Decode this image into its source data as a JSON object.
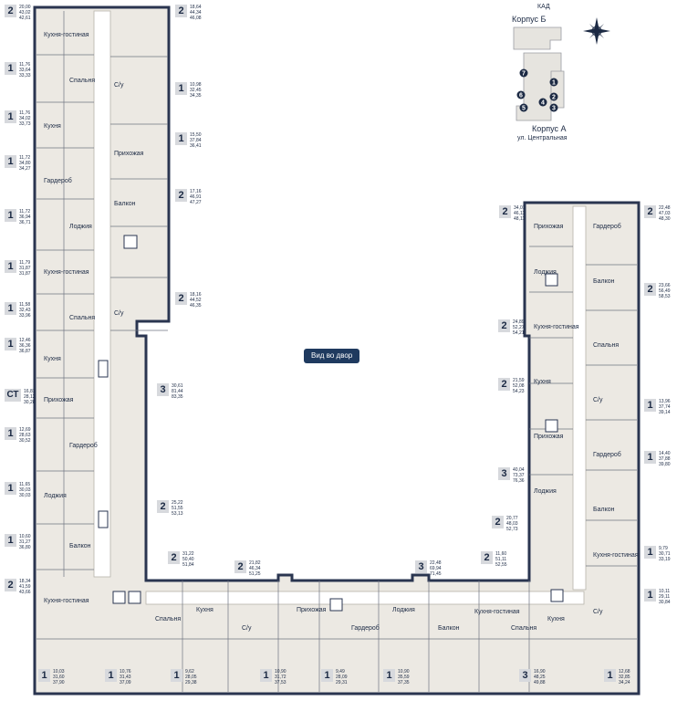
{
  "colors": {
    "ink": "#1c2a44",
    "wall": "#2a3550",
    "apartment": "#ece9e3",
    "apartment_alt": "#dcd8d0",
    "badge": "#d7d9dd",
    "courtyard_label": "#1f3a5f"
  },
  "courtyard_label": "Вид во двор",
  "keymap": {
    "kad": "КАД",
    "korpus_b": "Корпус Б",
    "korpus_a": "Корпус А",
    "street": "ул. Центральная",
    "compass_icon": "compass-rose-icon",
    "sections": [
      "1",
      "2",
      "3",
      "4",
      "5",
      "6",
      "7"
    ]
  },
  "room_labels": [
    "Кухня-гостиная",
    "Спальня",
    "Кухня",
    "С/у",
    "Прихожая",
    "Гардероб",
    "Лоджия",
    "Балкон"
  ],
  "apartments_left": [
    {
      "rooms": "2",
      "areas": [
        "20,00",
        "43,02",
        "42,61"
      ]
    },
    {
      "rooms": "1",
      "areas": [
        "11,76",
        "33,64",
        "33,33"
      ]
    },
    {
      "rooms": "1",
      "areas": [
        "11,76",
        "34,02",
        "33,73"
      ]
    },
    {
      "rooms": "1",
      "areas": [
        "11,72",
        "34,80",
        "34,27"
      ]
    },
    {
      "rooms": "1",
      "areas": [
        "11,72",
        "36,94",
        "36,71"
      ]
    },
    {
      "rooms": "1",
      "areas": [
        "11,79",
        "31,87",
        "31,87"
      ]
    },
    {
      "rooms": "1",
      "areas": [
        "11,58",
        "32,43",
        "33,96"
      ]
    },
    {
      "rooms": "1",
      "areas": [
        "12,46",
        "36,36",
        "36,87"
      ]
    },
    {
      "rooms": "СТ",
      "areas": [
        "16,81",
        "28,12",
        "30,28"
      ]
    },
    {
      "rooms": "1",
      "areas": [
        "12,69",
        "28,63",
        "30,52"
      ]
    },
    {
      "rooms": "1",
      "areas": [
        "11,65",
        "30,03",
        "30,03"
      ]
    },
    {
      "rooms": "1",
      "areas": [
        "10,60",
        "31,27",
        "36,80"
      ]
    },
    {
      "rooms": "2",
      "areas": [
        "18,34",
        "41,59",
        "43,66"
      ]
    }
  ],
  "apartments_inner_left": [
    {
      "rooms": "2",
      "areas": [
        "18,64",
        "44,34",
        "46,08"
      ]
    },
    {
      "rooms": "1",
      "areas": [
        "10,98",
        "32,45",
        "34,35"
      ]
    },
    {
      "rooms": "1",
      "areas": [
        "15,50",
        "37,84",
        "36,41"
      ]
    },
    {
      "rooms": "2",
      "areas": [
        "17,16",
        "46,91",
        "47,27"
      ]
    },
    {
      "rooms": "2",
      "areas": [
        "18,16",
        "44,52",
        "46,35"
      ]
    },
    {
      "rooms": "3",
      "areas": [
        "30,61",
        "81,44",
        "83,35"
      ]
    },
    {
      "rooms": "2",
      "areas": [
        "25,22",
        "51,55",
        "53,13"
      ]
    }
  ],
  "apartments_bottom": [
    {
      "rooms": "2",
      "areas": [
        "31,22",
        "50,40",
        "51,84"
      ]
    },
    {
      "rooms": "2",
      "areas": [
        "21,82",
        "46,34",
        "51,25"
      ]
    },
    {
      "rooms": "3",
      "areas": [
        "22,48",
        "69,94",
        "71,45"
      ]
    },
    {
      "rooms": "2",
      "areas": [
        "11,60",
        "51,11",
        "52,55"
      ]
    },
    {
      "rooms": "1",
      "areas": [
        "10,03",
        "31,60",
        "37,90"
      ]
    },
    {
      "rooms": "1",
      "areas": [
        "10,76",
        "31,43",
        "37,09"
      ]
    },
    {
      "rooms": "1",
      "areas": [
        "9,62",
        "28,05",
        "29,38"
      ]
    },
    {
      "rooms": "1",
      "areas": [
        "10,90",
        "31,72",
        "37,53"
      ]
    },
    {
      "rooms": "1",
      "areas": [
        "9,49",
        "28,09",
        "29,31"
      ]
    },
    {
      "rooms": "1",
      "areas": [
        "10,90",
        "35,59",
        "37,35"
      ]
    },
    {
      "rooms": "3",
      "areas": [
        "16,90",
        "48,25",
        "49,88"
      ]
    },
    {
      "rooms": "1",
      "areas": [
        "12,68",
        "32,85",
        "34,24"
      ]
    }
  ],
  "apartments_right": [
    {
      "rooms": "2",
      "areas": [
        "34,01",
        "46,11",
        "48,11"
      ]
    },
    {
      "rooms": "2",
      "areas": [
        "22,48",
        "47,03",
        "48,30"
      ]
    },
    {
      "rooms": "2",
      "areas": [
        "23,66",
        "56,49",
        "58,53"
      ]
    },
    {
      "rooms": "2",
      "areas": [
        "24,89",
        "52,27",
        "54,21"
      ]
    },
    {
      "rooms": "2",
      "areas": [
        "21,59",
        "52,08",
        "54,23"
      ]
    },
    {
      "rooms": "1",
      "areas": [
        "13,96",
        "37,74",
        "39,14"
      ]
    },
    {
      "rooms": "1",
      "areas": [
        "14,40",
        "37,88",
        "39,80"
      ]
    },
    {
      "rooms": "3",
      "areas": [
        "40,04",
        "73,37",
        "76,36"
      ]
    },
    {
      "rooms": "2",
      "areas": [
        "20,77",
        "48,03",
        "52,73"
      ]
    },
    {
      "rooms": "1",
      "areas": [
        "9,79",
        "30,71",
        "33,19"
      ]
    },
    {
      "rooms": "1",
      "areas": [
        "10,11",
        "29,11",
        "30,84"
      ]
    }
  ]
}
